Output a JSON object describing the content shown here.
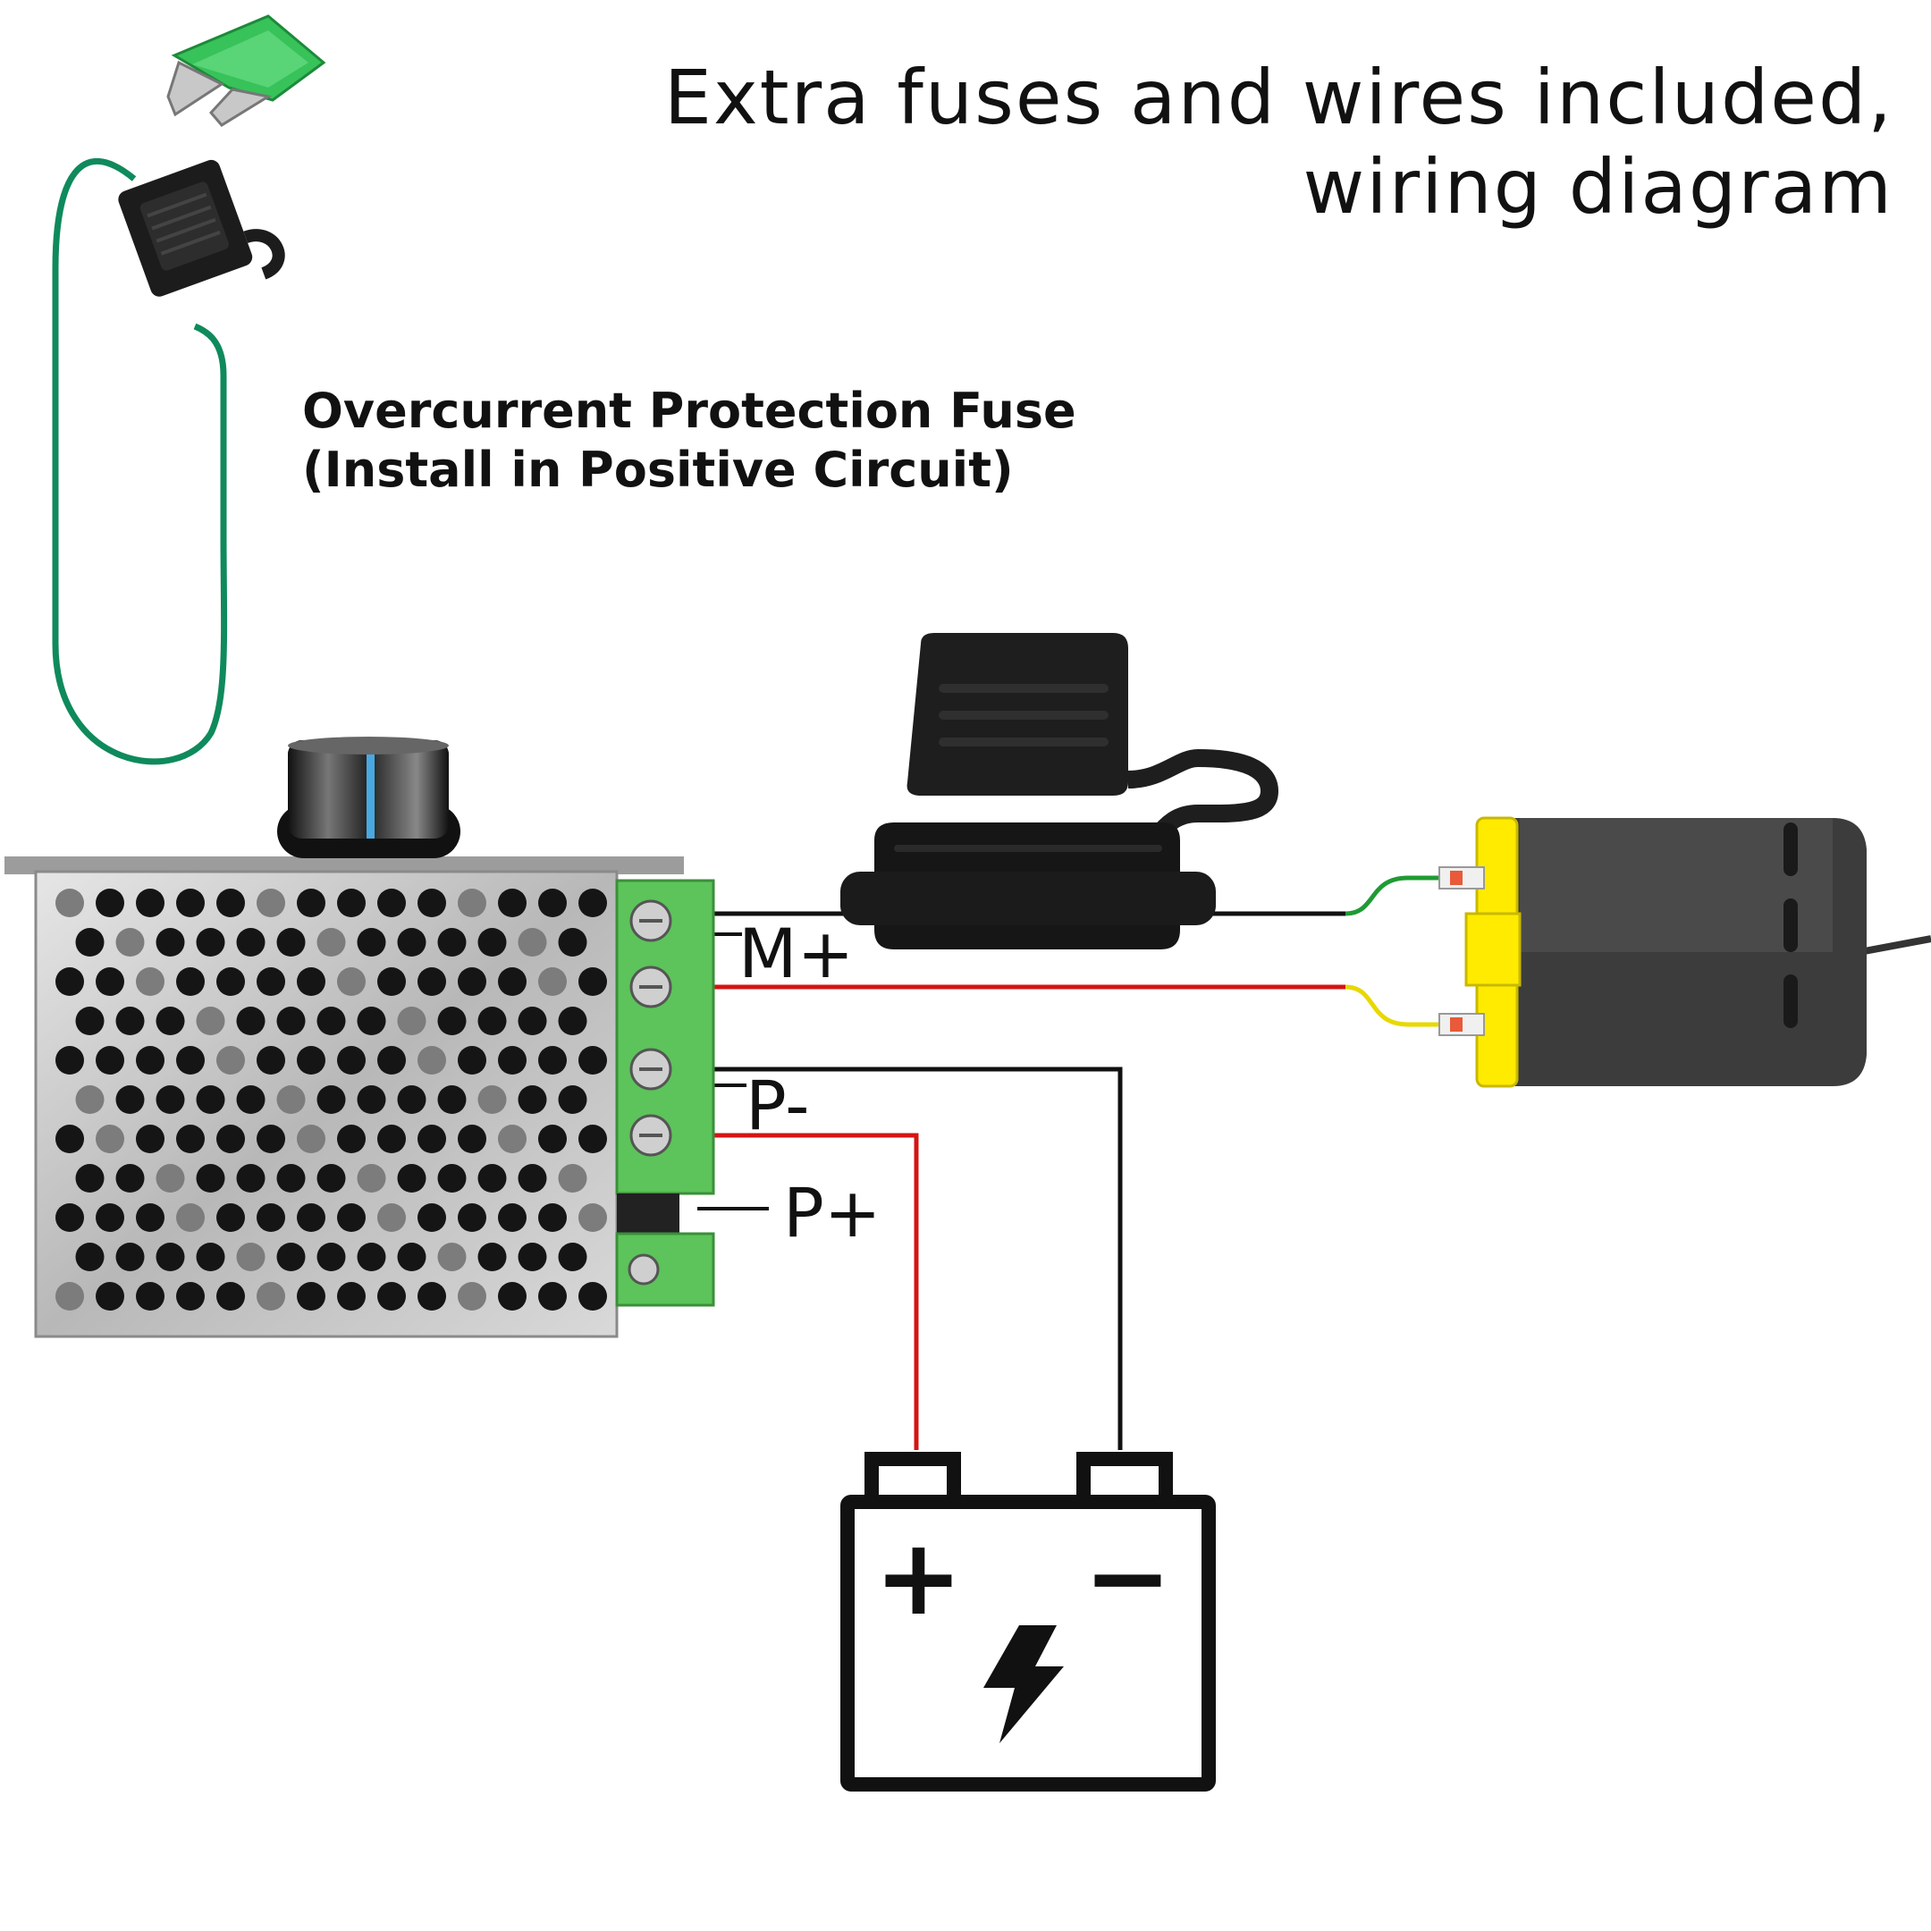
{
  "title": {
    "line1": "Extra fuses and wires included,",
    "line2": "wiring diagram"
  },
  "fuse_note": {
    "line1": "Overcurrent Protection Fuse",
    "line2": "(Install in Positive Circuit)"
  },
  "terminals": {
    "m_plus": "M+",
    "p_minus": "P-",
    "p_plus": "P+"
  },
  "battery": {
    "plus_symbol": "+",
    "minus_symbol": "−"
  },
  "colors": {
    "fuse_wire": "#0f8a5c",
    "mini_fuse": "#2fc25a",
    "positive_wire": "#d41414",
    "negative_wire": "#111111",
    "motor_end_cap": "#ffeb00",
    "motor_body": "#3a3a3a",
    "terminal_block": "#5cc45a",
    "controller_case": "#c8c8c8"
  }
}
